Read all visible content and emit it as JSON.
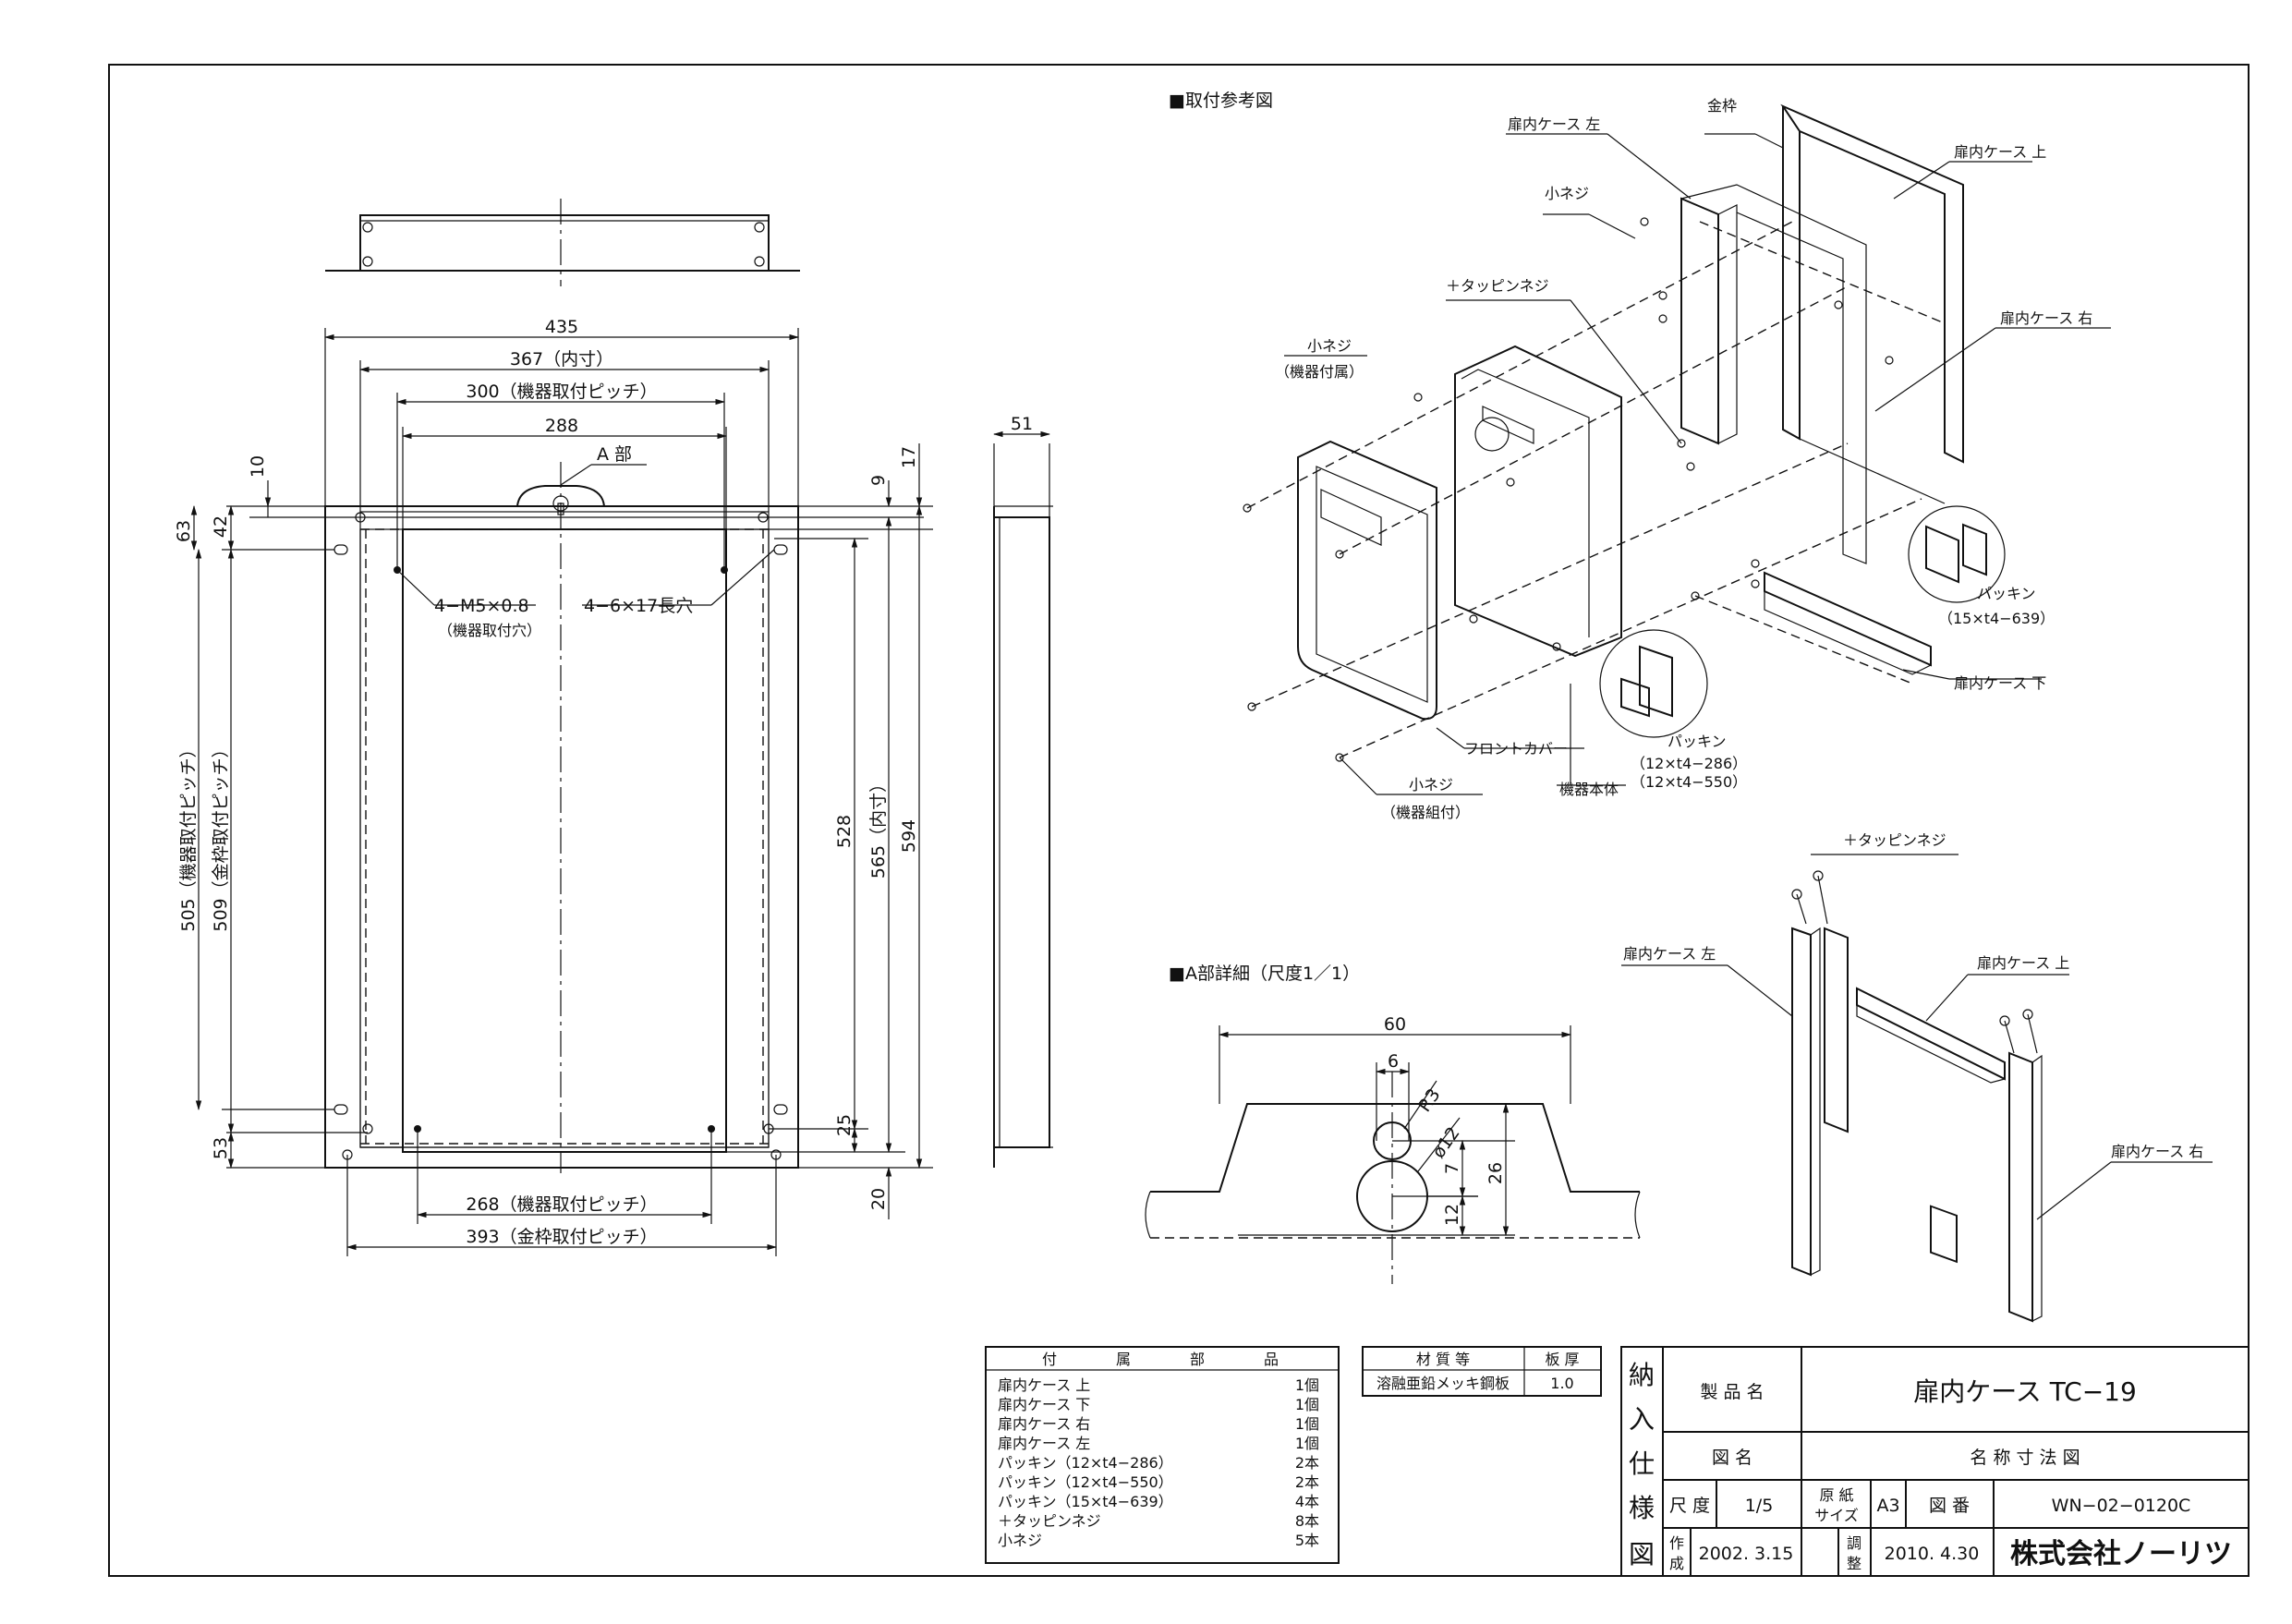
{
  "views": {
    "front": {
      "dims": {
        "w435": "435",
        "w367": "367（内寸）",
        "w300": "300（機器取付ピッチ）",
        "w288": "288",
        "w268": "268（機器取付ピッチ）",
        "w393": "393（金枠取付ピッチ）",
        "h10": "10",
        "h42": "42",
        "h63": "63",
        "h53": "53",
        "h505": "505（機器取付ピッチ）",
        "h509": "509（金枠取付ピッチ）",
        "h528": "528",
        "h565": "565（内寸）",
        "h594": "594",
        "h9": "9",
        "h17": "17",
        "h25": "25",
        "h20": "20"
      },
      "labels": {
        "a_part": "A 部",
        "m5": "4−M5×0.8",
        "m5_sub": "（機器取付穴）",
        "slot": "4−6×17長穴"
      }
    },
    "side": {
      "dim51": "51"
    },
    "assembly": {
      "title": "■取付参考図",
      "labels": {
        "kinwaku": "金枠",
        "case_left": "扉内ケース 左",
        "case_top": "扉内ケース 上",
        "case_right": "扉内ケース 右",
        "case_bottom": "扉内ケース 下",
        "small_screw": "小ネジ",
        "tapping_screw": "＋タッピンネジ",
        "small_screw_acc": "小ネジ",
        "small_screw_acc_sub": "（機器付属）",
        "packing1": "パッキン",
        "packing1_sub": "（15×t4−639）",
        "packing2": "パッキン",
        "packing2_sub1": "（12×t4−286）",
        "packing2_sub2": "（12×t4−550）",
        "front_cover": "フロントカバー",
        "device_body": "機器本体",
        "small_screw_asm": "小ネジ",
        "small_screw_asm_sub": "（機器組付）"
      }
    },
    "detail": {
      "title": "■A部詳細（尺度1／1）",
      "dims": {
        "d60": "60",
        "d6": "6",
        "r3": "R3",
        "phi12": "ø12",
        "d7": "7",
        "d26": "26",
        "d12": "12"
      }
    },
    "small_assembly": {
      "labels": {
        "tapping_screw": "＋タッピンネジ",
        "case_left": "扉内ケース 左",
        "case_top": "扉内ケース 上",
        "case_right": "扉内ケース 右"
      }
    }
  },
  "parts_table": {
    "header": [
      "付",
      "属",
      "部",
      "品"
    ],
    "rows": [
      {
        "name": "扉内ケース 上",
        "qty": "1個"
      },
      {
        "name": "扉内ケース 下",
        "qty": "1個"
      },
      {
        "name": "扉内ケース 右",
        "qty": "1個"
      },
      {
        "name": "扉内ケース 左",
        "qty": "1個"
      },
      {
        "name": "パッキン（12×t4−286）",
        "qty": "2本"
      },
      {
        "name": "パッキン（12×t4−550）",
        "qty": "2本"
      },
      {
        "name": "パッキン（15×t4−639）",
        "qty": "4本"
      },
      {
        "name": "＋タッピンネジ",
        "qty": "8本"
      },
      {
        "name": "小ネジ",
        "qty": "5本"
      }
    ]
  },
  "material_table": {
    "header_material": "材 質 等",
    "header_thickness": "板 厚",
    "material": "溶融亜鉛メッキ鋼板",
    "thickness": "1.0"
  },
  "title_block": {
    "side_chars": [
      "納",
      "入",
      "仕",
      "様",
      "図"
    ],
    "product_label": "製 品 名",
    "product_name": "扉内ケース TC−19",
    "drawing_label": "図 名",
    "drawing_name": "名 称 寸 法 図",
    "scale_label": "尺 度",
    "scale": "1/5",
    "paper_label1": "原 紙",
    "paper_label2": "サイズ",
    "paper": "A3",
    "number_label": "図 番",
    "number": "WN−02−0120C",
    "created_label1": "作",
    "created_label2": "成",
    "created": "2002. 3.15",
    "adjusted_label1": "調",
    "adjusted_label2": "整",
    "adjusted": "2010. 4.30",
    "company": "株式会社ノーリツ"
  }
}
